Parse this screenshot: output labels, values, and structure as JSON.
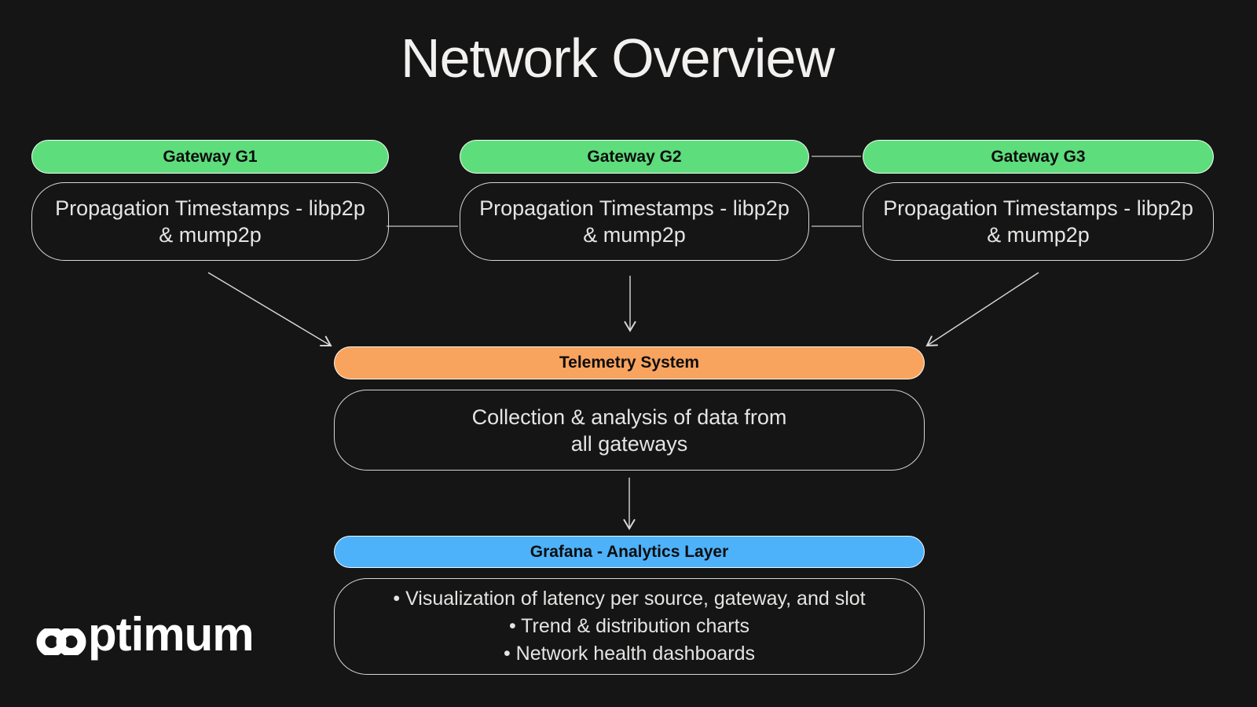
{
  "title": "Network Overview",
  "colors": {
    "background": "#151515",
    "gateway_green": "#5EDD7C",
    "telemetry_orange": "#F9A45E",
    "analytics_blue": "#4DB2FA",
    "connector_line": "#A8A8A8",
    "arrow_line": "#D9D9D9",
    "box_border": "#D6D6D4",
    "body_text": "#E4E4E2",
    "pill_text": "#0D0D0D",
    "title_text": "#F2F1EF"
  },
  "gateways": [
    {
      "label": "Gateway G1",
      "description_line1": "Propagation Timestamps - libp2p",
      "description_line2": "& mump2p"
    },
    {
      "label": "Gateway G2",
      "description_line1": "Propagation Timestamps - libp2p",
      "description_line2": "& mump2p"
    },
    {
      "label": "Gateway G3",
      "description_line1": "Propagation Timestamps - libp2p",
      "description_line2": "& mump2p"
    }
  ],
  "telemetry": {
    "label": "Telemetry System",
    "description_line1": "Collection & analysis of data from",
    "description_line2": "all gateways"
  },
  "analytics": {
    "label": "Grafana - Analytics Layer",
    "bullets": [
      "• Visualization of latency per source, gateway, and slot",
      "• Trend & distribution charts",
      "• Network health dashboards"
    ]
  },
  "logo": {
    "wordmark": "ptimum",
    "symbol": "infinity"
  }
}
